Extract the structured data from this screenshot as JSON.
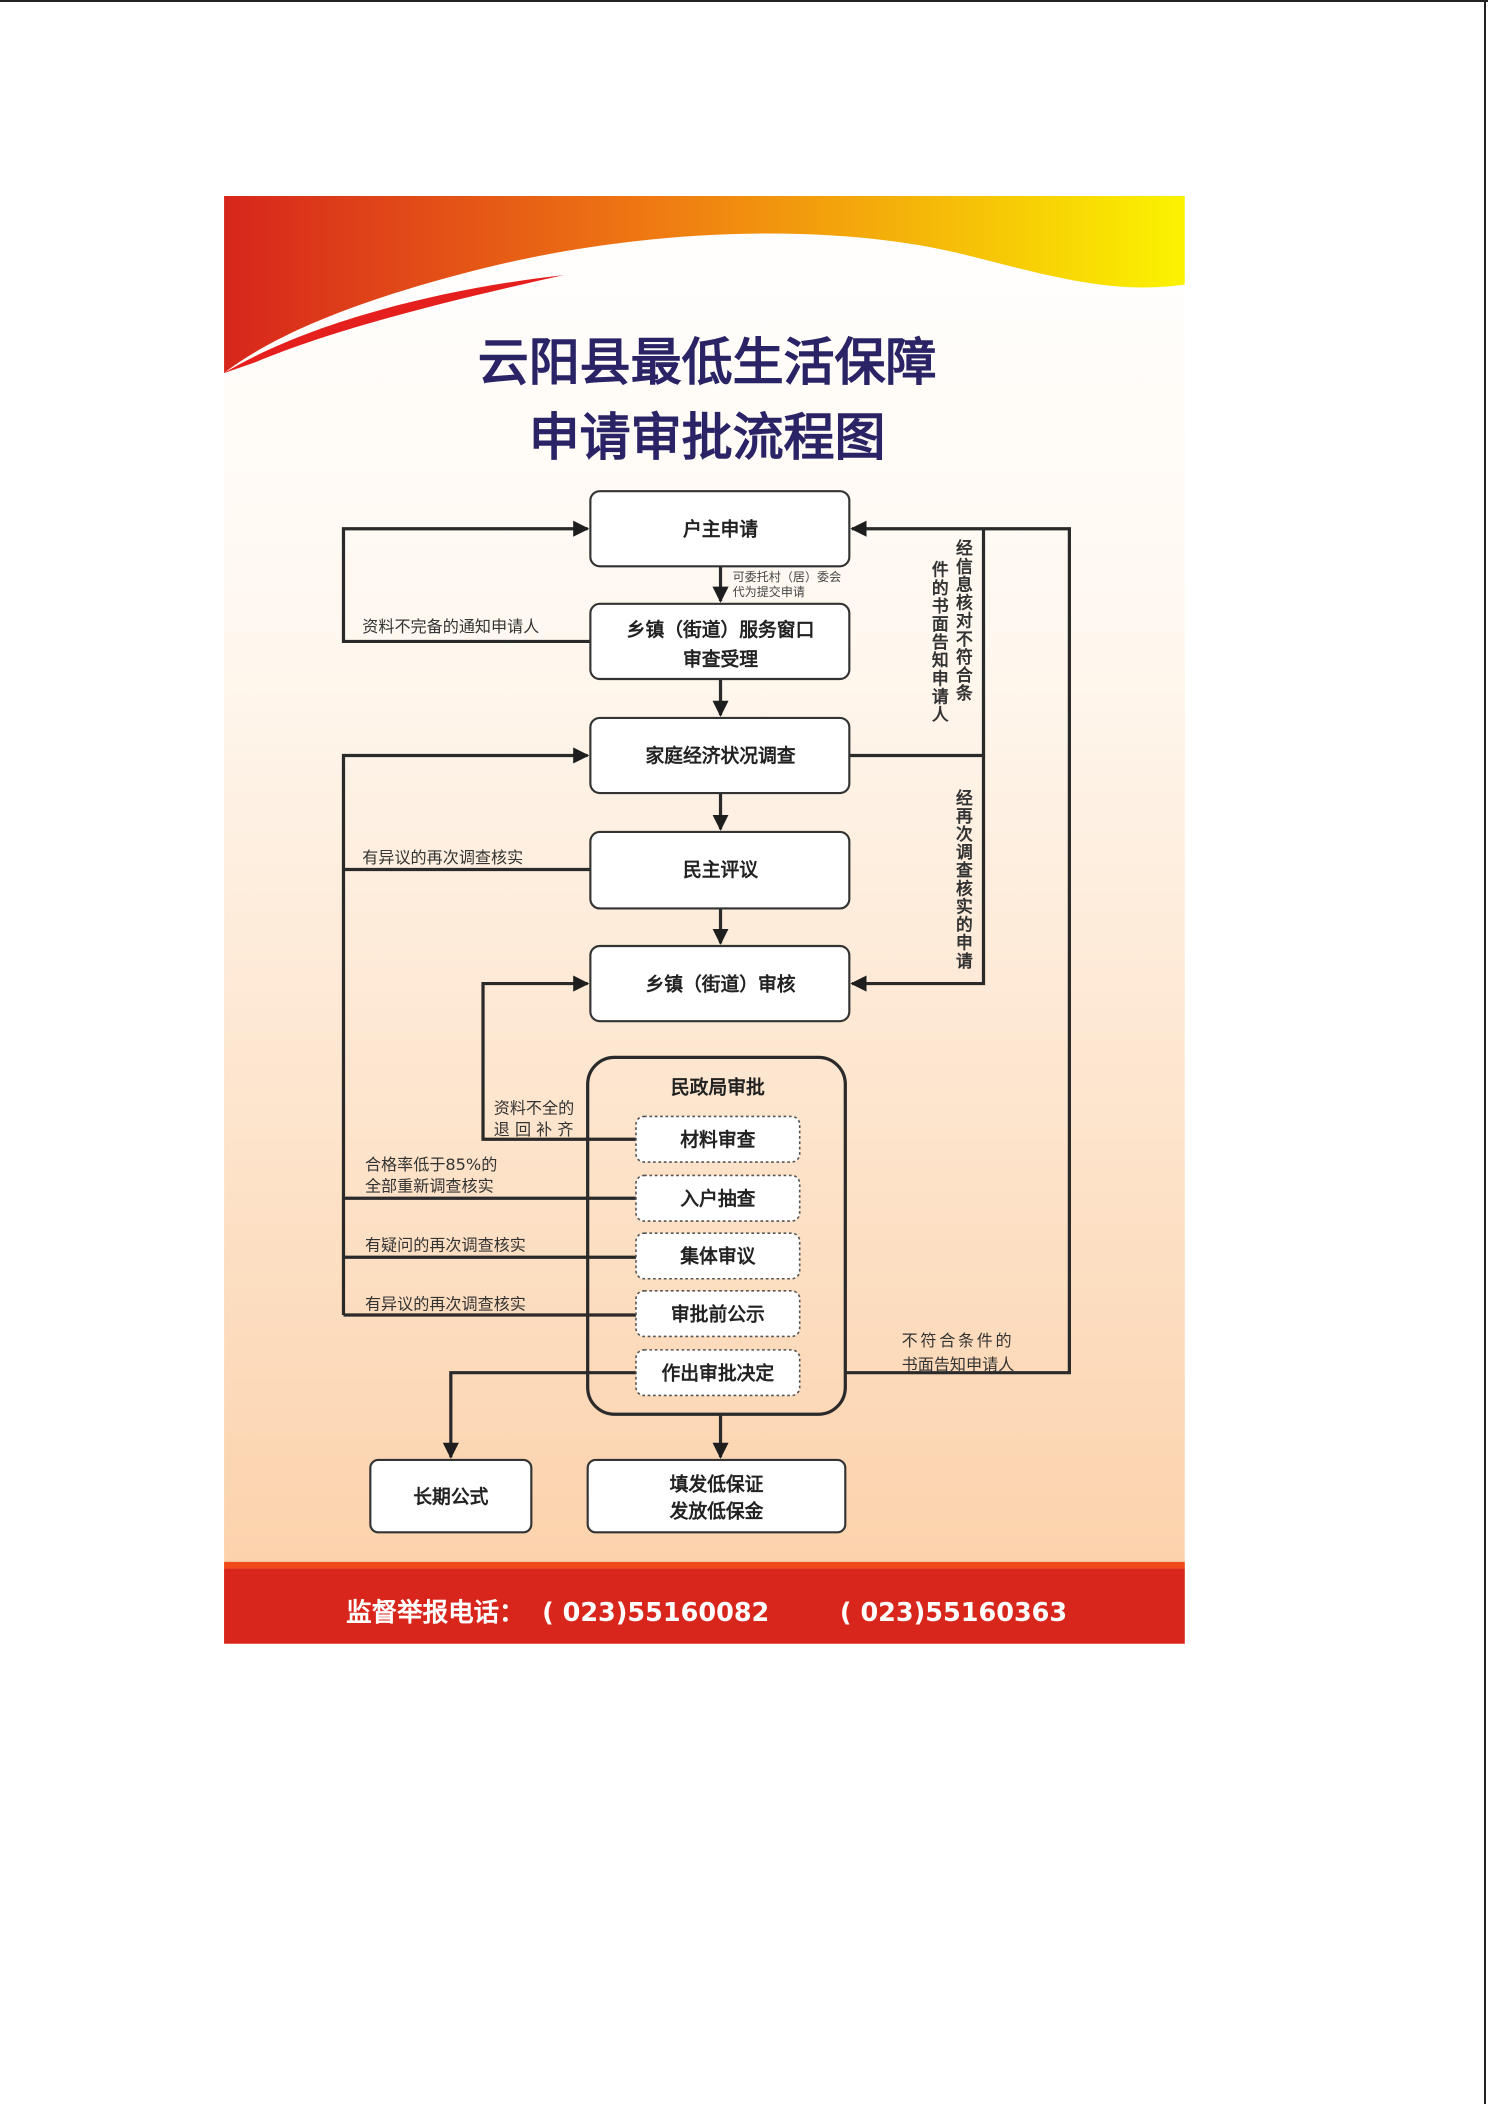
{
  "title": {
    "line1": "云阳县最低生活保障",
    "line2": "申请审批流程图"
  },
  "boxes": {
    "apply": "户主申请",
    "window_1": "乡镇（街道）服务窗口",
    "window_2": "审查受理",
    "survey": "家庭经济状况调查",
    "review": "民主评议",
    "township_audit": "乡镇（街道）审核",
    "bureau": "民政局审批",
    "material": "材料审查",
    "spot_check": "入户抽查",
    "collective": "集体审议",
    "publicity": "审批前公示",
    "decision": "作出审批决定",
    "long_term": "长期公式",
    "issue_1": "填发低保证",
    "issue_2": "发放低保金"
  },
  "labels": {
    "entrust_1": "可委托村（居）委会",
    "entrust_2": "代为提交申请",
    "incomplete_notify": "资料不完备的通知申请人",
    "objection_review": "有异议的再次调查核实",
    "return_1": "资料不全的",
    "return_2": "退 回 补 齐",
    "rate_1": "合格率低于85%的",
    "rate_2": "全部重新调查核实",
    "doubt": "有疑问的再次调查核实",
    "objection_publicity": "有异议的再次调查核实",
    "reject_1": "不符合条件的",
    "reject_2": "书面告知申请人",
    "info_check_col1": "经信息核对不符合条",
    "info_check_col2": "件的书面告知申请人",
    "recheck": "经再次调查核实的申请"
  },
  "footer": {
    "label": "监督举报电话：",
    "phone1": "( 023)55160082",
    "phone2": "( 023)55160363"
  }
}
